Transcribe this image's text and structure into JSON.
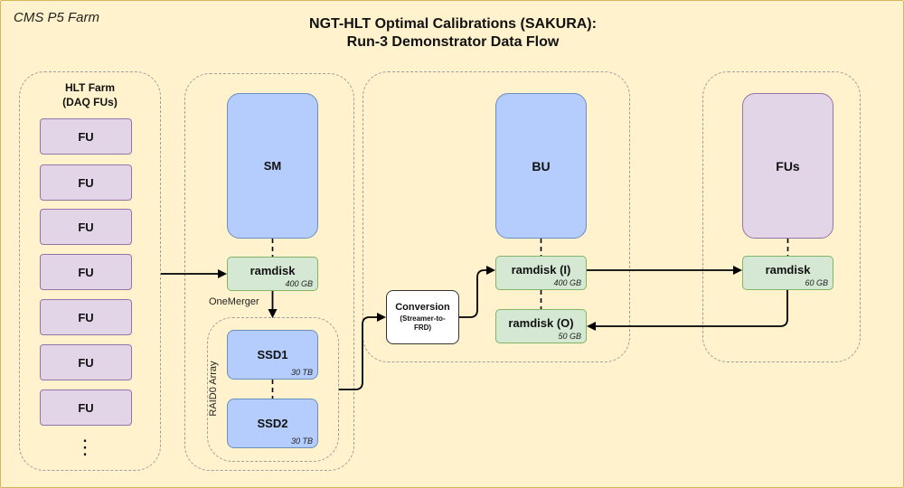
{
  "corner_label": "CMS P5 Farm",
  "title_line1": "NGT-HLT Optimal Calibrations (SAKURA):",
  "title_line2": "Run-3 Demonstrator Data Flow",
  "hlt_farm": {
    "label_line1": "HLT Farm",
    "label_line2": "(DAQ FUs)",
    "fu_label": "FU",
    "fu_count": 7,
    "ellipsis": "⋮"
  },
  "sm": {
    "label": "SM",
    "ramdisk_label": "ramdisk",
    "ramdisk_capacity": "400 GB",
    "merger_label": "OneMerger",
    "raid_label": "RAID0 Array",
    "ssd1_label": "SSD1",
    "ssd1_capacity": "30 TB",
    "ssd2_label": "SSD2",
    "ssd2_capacity": "30 TB"
  },
  "conversion": {
    "label": "Conversion",
    "sublabel_line1": "(Streamer-to-",
    "sublabel_line2": "FRD)"
  },
  "bu": {
    "label": "BU",
    "ramdisk_in_label": "ramdisk (I)",
    "ramdisk_in_capacity": "400 GB",
    "ramdisk_out_label": "ramdisk (O)",
    "ramdisk_out_capacity": "50 GB"
  },
  "fus": {
    "label": "FUs",
    "ramdisk_label": "ramdisk",
    "ramdisk_capacity": "60 GB"
  },
  "colors": {
    "background": "#fff2cc",
    "fu_fill": "#e1d5e7",
    "storage_fill": "#b4cdfc",
    "ramdisk_fill": "#d5e8d4"
  }
}
